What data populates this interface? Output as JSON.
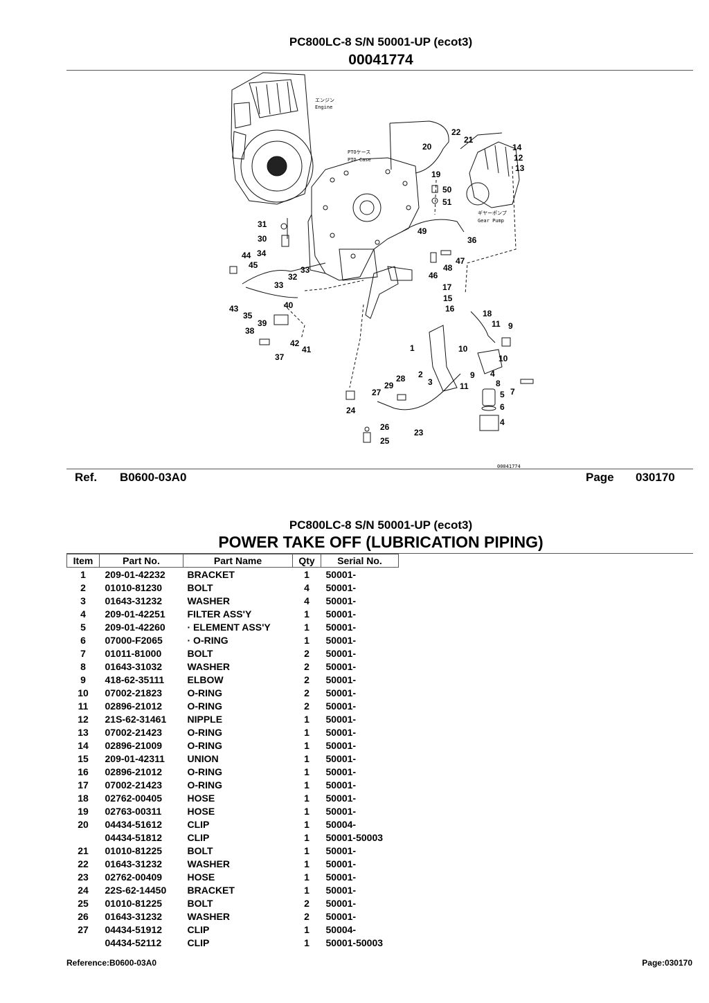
{
  "header": {
    "model": "PC800LC-8 S/N 50001-UP (ecot3)",
    "illustration_number": "00041774"
  },
  "diagram": {
    "labels": {
      "engine_jp": "エンジン",
      "engine": "Engine",
      "pto_jp": "PTOケース",
      "pto": "PTO Case",
      "pump_jp": "ギヤーポンプ",
      "pump": "Gear Pump",
      "code": "00041774"
    },
    "callouts": [
      "1",
      "2",
      "3",
      "4",
      "4",
      "5",
      "6",
      "7",
      "8",
      "9",
      "9",
      "10",
      "10",
      "11",
      "11",
      "12",
      "13",
      "14",
      "15",
      "16",
      "17",
      "18",
      "19",
      "20",
      "21",
      "22",
      "23",
      "24",
      "25",
      "26",
      "27",
      "28",
      "29",
      "30",
      "31",
      "32",
      "33",
      "33",
      "34",
      "35",
      "36",
      "37",
      "38",
      "39",
      "40",
      "41",
      "42",
      "43",
      "44",
      "45",
      "46",
      "47",
      "48",
      "49",
      "50",
      "51"
    ]
  },
  "ref_row": {
    "ref_label": "Ref.",
    "ref_value": "B0600-03A0",
    "page_label": "Page",
    "page_value": "030170"
  },
  "table_header": {
    "model": "PC800LC-8 S/N 50001-UP (ecot3)",
    "title": "POWER TAKE OFF (LUBRICATION PIPING)"
  },
  "columns": [
    "Item",
    "Part No.",
    "Part Name",
    "Qty",
    "Serial No."
  ],
  "rows": [
    {
      "item": "1",
      "part_no": "209-01-42232",
      "name": "BRACKET",
      "qty": "1",
      "serial": "50001-"
    },
    {
      "item": "2",
      "part_no": "01010-81230",
      "name": "BOLT",
      "qty": "4",
      "serial": "50001-"
    },
    {
      "item": "3",
      "part_no": "01643-31232",
      "name": "WASHER",
      "qty": "4",
      "serial": "50001-"
    },
    {
      "item": "4",
      "part_no": "209-01-42251",
      "name": "FILTER ASS'Y",
      "qty": "1",
      "serial": "50001-"
    },
    {
      "item": "5",
      "part_no": "209-01-42260",
      "name": "· ELEMENT ASS'Y",
      "qty": "1",
      "serial": "50001-"
    },
    {
      "item": "6",
      "part_no": "07000-F2065",
      "name": "· O-RING",
      "qty": "1",
      "serial": "50001-"
    },
    {
      "item": "7",
      "part_no": "01011-81000",
      "name": "BOLT",
      "qty": "2",
      "serial": "50001-"
    },
    {
      "item": "8",
      "part_no": "01643-31032",
      "name": "WASHER",
      "qty": "2",
      "serial": "50001-"
    },
    {
      "item": "9",
      "part_no": "418-62-35111",
      "name": "ELBOW",
      "qty": "2",
      "serial": "50001-"
    },
    {
      "item": "10",
      "part_no": "07002-21823",
      "name": "O-RING",
      "qty": "2",
      "serial": "50001-"
    },
    {
      "item": "11",
      "part_no": "02896-21012",
      "name": "O-RING",
      "qty": "2",
      "serial": "50001-"
    },
    {
      "item": "12",
      "part_no": "21S-62-31461",
      "name": "NIPPLE",
      "qty": "1",
      "serial": "50001-"
    },
    {
      "item": "13",
      "part_no": "07002-21423",
      "name": "O-RING",
      "qty": "1",
      "serial": "50001-"
    },
    {
      "item": "14",
      "part_no": "02896-21009",
      "name": "O-RING",
      "qty": "1",
      "serial": "50001-"
    },
    {
      "item": "15",
      "part_no": "209-01-42311",
      "name": "UNION",
      "qty": "1",
      "serial": "50001-"
    },
    {
      "item": "16",
      "part_no": "02896-21012",
      "name": "O-RING",
      "qty": "1",
      "serial": "50001-"
    },
    {
      "item": "17",
      "part_no": "07002-21423",
      "name": "O-RING",
      "qty": "1",
      "serial": "50001-"
    },
    {
      "item": "18",
      "part_no": "02762-00405",
      "name": "HOSE",
      "qty": "1",
      "serial": "50001-"
    },
    {
      "item": "19",
      "part_no": "02763-00311",
      "name": "HOSE",
      "qty": "1",
      "serial": "50001-"
    },
    {
      "item": "20",
      "part_no": "04434-51612",
      "name": "CLIP",
      "qty": "1",
      "serial": "50004-"
    },
    {
      "item": "",
      "part_no": "04434-51812",
      "name": "CLIP",
      "qty": "1",
      "serial": "50001-50003"
    },
    {
      "item": "21",
      "part_no": "01010-81225",
      "name": "BOLT",
      "qty": "1",
      "serial": "50001-"
    },
    {
      "item": "22",
      "part_no": "01643-31232",
      "name": "WASHER",
      "qty": "1",
      "serial": "50001-"
    },
    {
      "item": "23",
      "part_no": "02762-00409",
      "name": "HOSE",
      "qty": "1",
      "serial": "50001-"
    },
    {
      "item": "24",
      "part_no": "22S-62-14450",
      "name": "BRACKET",
      "qty": "1",
      "serial": "50001-"
    },
    {
      "item": "25",
      "part_no": "01010-81225",
      "name": "BOLT",
      "qty": "2",
      "serial": "50001-"
    },
    {
      "item": "26",
      "part_no": "01643-31232",
      "name": "WASHER",
      "qty": "2",
      "serial": "50001-"
    },
    {
      "item": "27",
      "part_no": "04434-51912",
      "name": "CLIP",
      "qty": "1",
      "serial": "50004-"
    },
    {
      "item": "",
      "part_no": "04434-52112",
      "name": "CLIP",
      "qty": "1",
      "serial": "50001-50003"
    }
  ],
  "footer": {
    "reference": "Reference:B0600-03A0",
    "page": "Page:030170"
  }
}
